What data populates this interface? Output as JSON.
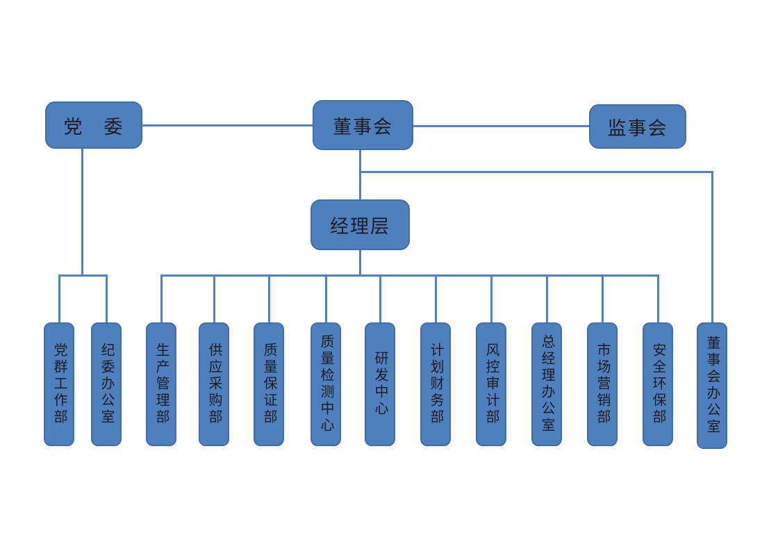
{
  "diagram": {
    "type": "org-chart",
    "nodes": {
      "party_committee": {
        "label": "党　委"
      },
      "board": {
        "label": "董事会"
      },
      "supervisory_board": {
        "label": "监事会"
      },
      "management": {
        "label": "经理层"
      }
    },
    "departments": [
      {
        "label": "党群工作部"
      },
      {
        "label": "纪委办公室"
      },
      {
        "label": "生产管理部"
      },
      {
        "label": "供应采购部"
      },
      {
        "label": "质量保证部"
      },
      {
        "label": "质量检测中心"
      },
      {
        "label": "研发中心"
      },
      {
        "label": "计划财务部"
      },
      {
        "label": "风控审计部"
      },
      {
        "label": "总经理办公室"
      },
      {
        "label": "市场营销部"
      },
      {
        "label": "安全环保部"
      },
      {
        "label": "董事会办公室"
      }
    ]
  },
  "colors": {
    "box_fill": "#4e80be",
    "box_border": "#3f6ea8",
    "connector": "#5182c2",
    "text_color": "#1c1c24"
  }
}
